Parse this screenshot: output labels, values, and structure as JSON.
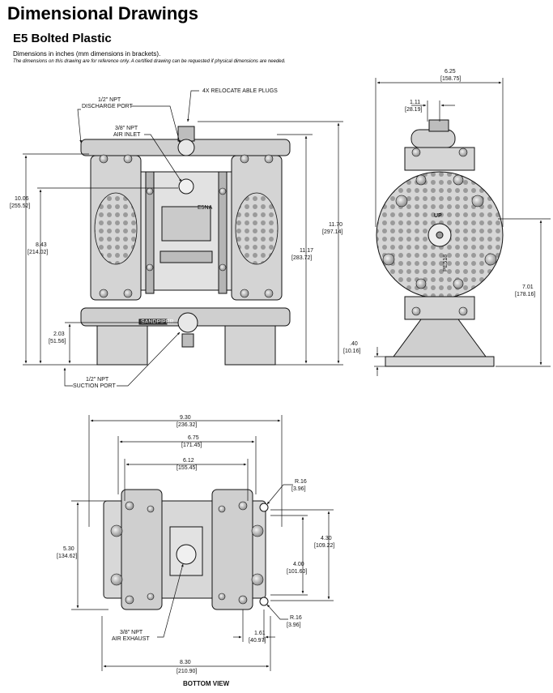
{
  "header": {
    "title": "Dimensional Drawings",
    "subtitle": "E5 Bolted Plastic",
    "units_note": "Dimensions in inches (mm dimensions in brackets).",
    "disclaimer": "The dimensions on this drawing are for reference only.  A certified drawing can be requested if physical dimensions are needed."
  },
  "front_view": {
    "callouts": {
      "relocate_plugs": "4X RELOCATE ABLE PLUGS",
      "discharge_1": "1/2\" NPT",
      "discharge_2": "DISCHARGE PORT",
      "air_inlet_1": "3/8\" NPT",
      "air_inlet_2": "AIR INLET",
      "suction_1": "1/2\" NPT",
      "suction_2": "SUCTION PORT"
    },
    "dims": {
      "d1006_in": "10.06",
      "d1006_mm": "[255.52]",
      "d843_in": "8.43",
      "d843_mm": "[214.02]",
      "d203_in": "2.03",
      "d203_mm": "[51.56]",
      "d1117_in": "11.17",
      "d1117_mm": "[283.72]",
      "d1170_in": "11.70",
      "d1170_mm": "[297.14]"
    },
    "markings": {
      "model": "E5NA",
      "brand": "SANDPIPER"
    }
  },
  "side_view": {
    "dims": {
      "d625_in": "6.25",
      "d625_mm": "[158.75]",
      "d111_in": "1.11",
      "d111_mm": "[28.19]",
      "d701_in": "7.01",
      "d701_mm": "[178.16]",
      "d040_in": ".40",
      "d040_mm": "[10.16]"
    },
    "markings": {
      "up": "UP",
      "part": "PE518"
    }
  },
  "bottom_view": {
    "label": "BOTTOM VIEW",
    "callouts": {
      "exhaust_1": "3/8\" NPT",
      "exhaust_2": "AIR EXHAUST"
    },
    "dims": {
      "d930_in": "9.30",
      "d930_mm": "[236.32]",
      "d675_in": "6.75",
      "d675_mm": "[171.45]",
      "d612_in": "6.12",
      "d612_mm": "[155.45]",
      "r16a_in": "R.16",
      "r16a_mm": "[3.96]",
      "r16b_in": "R.16",
      "r16b_mm": "[3.96]",
      "d530_in": "5.30",
      "d530_mm": "[134.62]",
      "d430_in": "4.30",
      "d430_mm": "[109.22]",
      "d400_in": "4.00",
      "d400_mm": "[101.60]",
      "d161_in": "1.61",
      "d161_mm": "[40.97]",
      "d830_in": "8.30",
      "d830_mm": "[210.90]"
    }
  },
  "colors": {
    "body": "#c9c9c9",
    "shadow": "#8a8a8a",
    "line": "#111111"
  }
}
